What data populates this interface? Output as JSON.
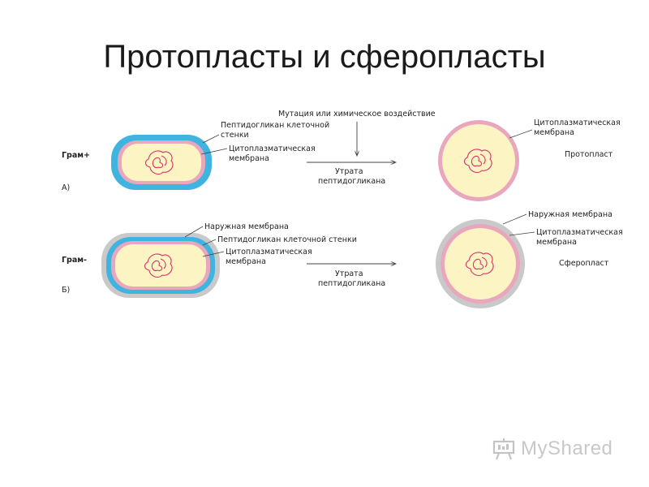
{
  "title": "Протопласты и сферопласты",
  "diagram": {
    "top_caption": "Мутация или химическое воздействие",
    "gram_pos": {
      "side_label": "Грам+",
      "letter": "А)",
      "peptidoglycan_label": [
        "Пептидогликан клеточной",
        "стенки"
      ],
      "cytoplasmic_label": [
        "Цитоплазматическая",
        "мембрана"
      ],
      "arrow_label": [
        "Утрата",
        "пептидогликана"
      ],
      "result_membrane_label": [
        "Цитоплазматическая",
        "мембрана"
      ],
      "result_name": "Протопласт"
    },
    "gram_neg": {
      "side_label": "Грам-",
      "letter": "Б)",
      "outer_membrane_label": "Наружная мембрана",
      "peptidoglycan_label": "Пептидогликан клеточной стенки",
      "cytoplasmic_label": [
        "Цитоплазматическая",
        "мембрана"
      ],
      "arrow_label": [
        "Утрата",
        "пептидогликана"
      ],
      "result_outer_label": "Наружная мембрана",
      "result_membrane_label": [
        "Цитоплазматическая",
        "мембрана"
      ],
      "result_name": "Сферопласт"
    }
  },
  "watermark": {
    "text": "MyShared"
  },
  "colors": {
    "cytoplasm": "#fdf4c4",
    "membrane": "#e9a7bd",
    "peptidoglycan": "#3fb4e0",
    "outer_membrane": "#c9c9c9",
    "nucleoid": "#d6336c"
  }
}
